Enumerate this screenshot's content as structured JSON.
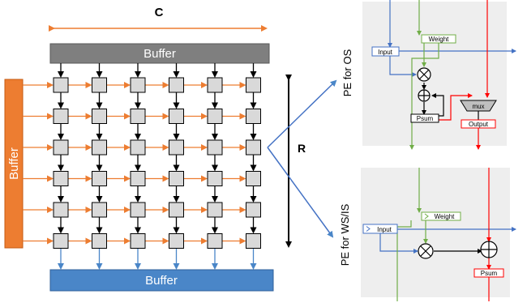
{
  "array": {
    "top_buffer_label": "Buffer",
    "left_buffer_label": "Buffer",
    "bottom_buffer_label": "Buffer",
    "columns_label": "C",
    "rows_label": "R",
    "rows": 6,
    "cols": 6
  },
  "pe_os": {
    "title": "PE for OS",
    "input_label": "Input",
    "weight_label": "Weight",
    "psum_label": "Psum",
    "mux_label": "mux",
    "output_label": "Output"
  },
  "pe_ws": {
    "title": "PE for WS/IS",
    "input_label": "Input",
    "weight_label": "Weight",
    "psum_label": "Psum"
  },
  "colors": {
    "buffer_gray": "#7f7f7f",
    "buffer_orange": "#ed7d31",
    "buffer_blue": "#4a86c8",
    "pe_gray": "#d9d9d9",
    "input_blue": "#4472c4",
    "weight_green": "#70ad47",
    "psum_red": "#ff0000"
  }
}
